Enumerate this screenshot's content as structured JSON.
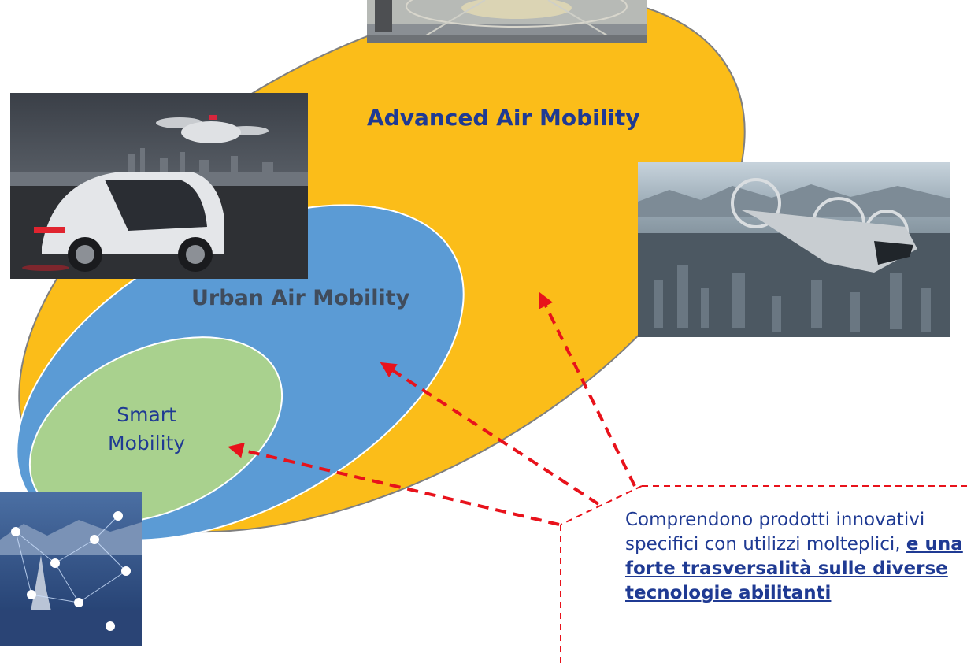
{
  "labels": {
    "advanced_air_mobility": "Advanced Air Mobility",
    "urban_air_mobility": "Urban Air Mobility",
    "smart_mobility_line1": "Smart",
    "smart_mobility_line2": "Mobility"
  },
  "callout": {
    "text_plain": "Comprendono prodotti innovativi specifici con utilizzi molteplici, ",
    "text_emphasis": "e una forte trasversalità sulle diverse tecnologie abilitanti"
  },
  "colors": {
    "advanced_air_mobility": "#fbbd19",
    "urban_air_mobility": "#5b9bd5",
    "smart_mobility": "#a9d18e",
    "arrows": "#e8121b",
    "text_navy": "#1f3a93"
  },
  "photos": [
    {
      "icon": "airport-hall-photo"
    },
    {
      "icon": "flying-car-pod-photo"
    },
    {
      "icon": "tiltrotor-vtol-over-city-photo"
    },
    {
      "icon": "smart-city-network-photo"
    }
  ]
}
